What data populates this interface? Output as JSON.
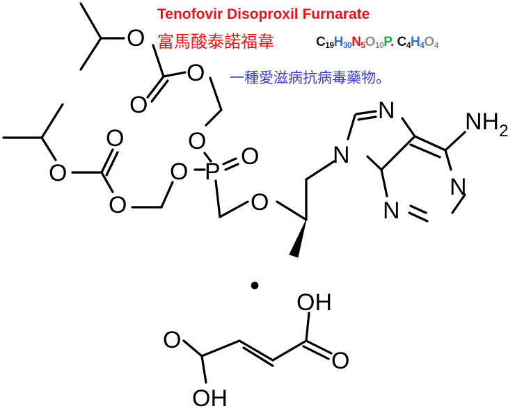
{
  "title_en": "Tenofovir Disoproxil Furnarate",
  "title_zh": "富馬酸泰諾福韋",
  "description": "一種愛滋病抗病毒藥物。",
  "formula": {
    "parts": [
      {
        "sym": "C",
        "n": "19",
        "color": "#1a1a1a"
      },
      {
        "sym": "H",
        "n": "30",
        "color": "#2f6fce"
      },
      {
        "sym": "N",
        "n": "5",
        "color": "#e8141b"
      },
      {
        "sym": "O",
        "n": "10",
        "color": "#8c8c8c"
      },
      {
        "sym": "P",
        "n": "",
        "color": "#1aa84a"
      },
      {
        "sym": ". ",
        "n": "",
        "color": "#e8141b"
      },
      {
        "sym": "C",
        "n": "4",
        "color": "#1a1a1a"
      },
      {
        "sym": "H",
        "n": "4",
        "color": "#2f6fce"
      },
      {
        "sym": "O",
        "n": "4",
        "color": "#8c8c8c"
      }
    ]
  },
  "atoms": {
    "o": "O",
    "p": "P",
    "n": "N",
    "nh2": "NH",
    "nh2_sub": "2",
    "oh": "OH",
    "dot": "•"
  }
}
